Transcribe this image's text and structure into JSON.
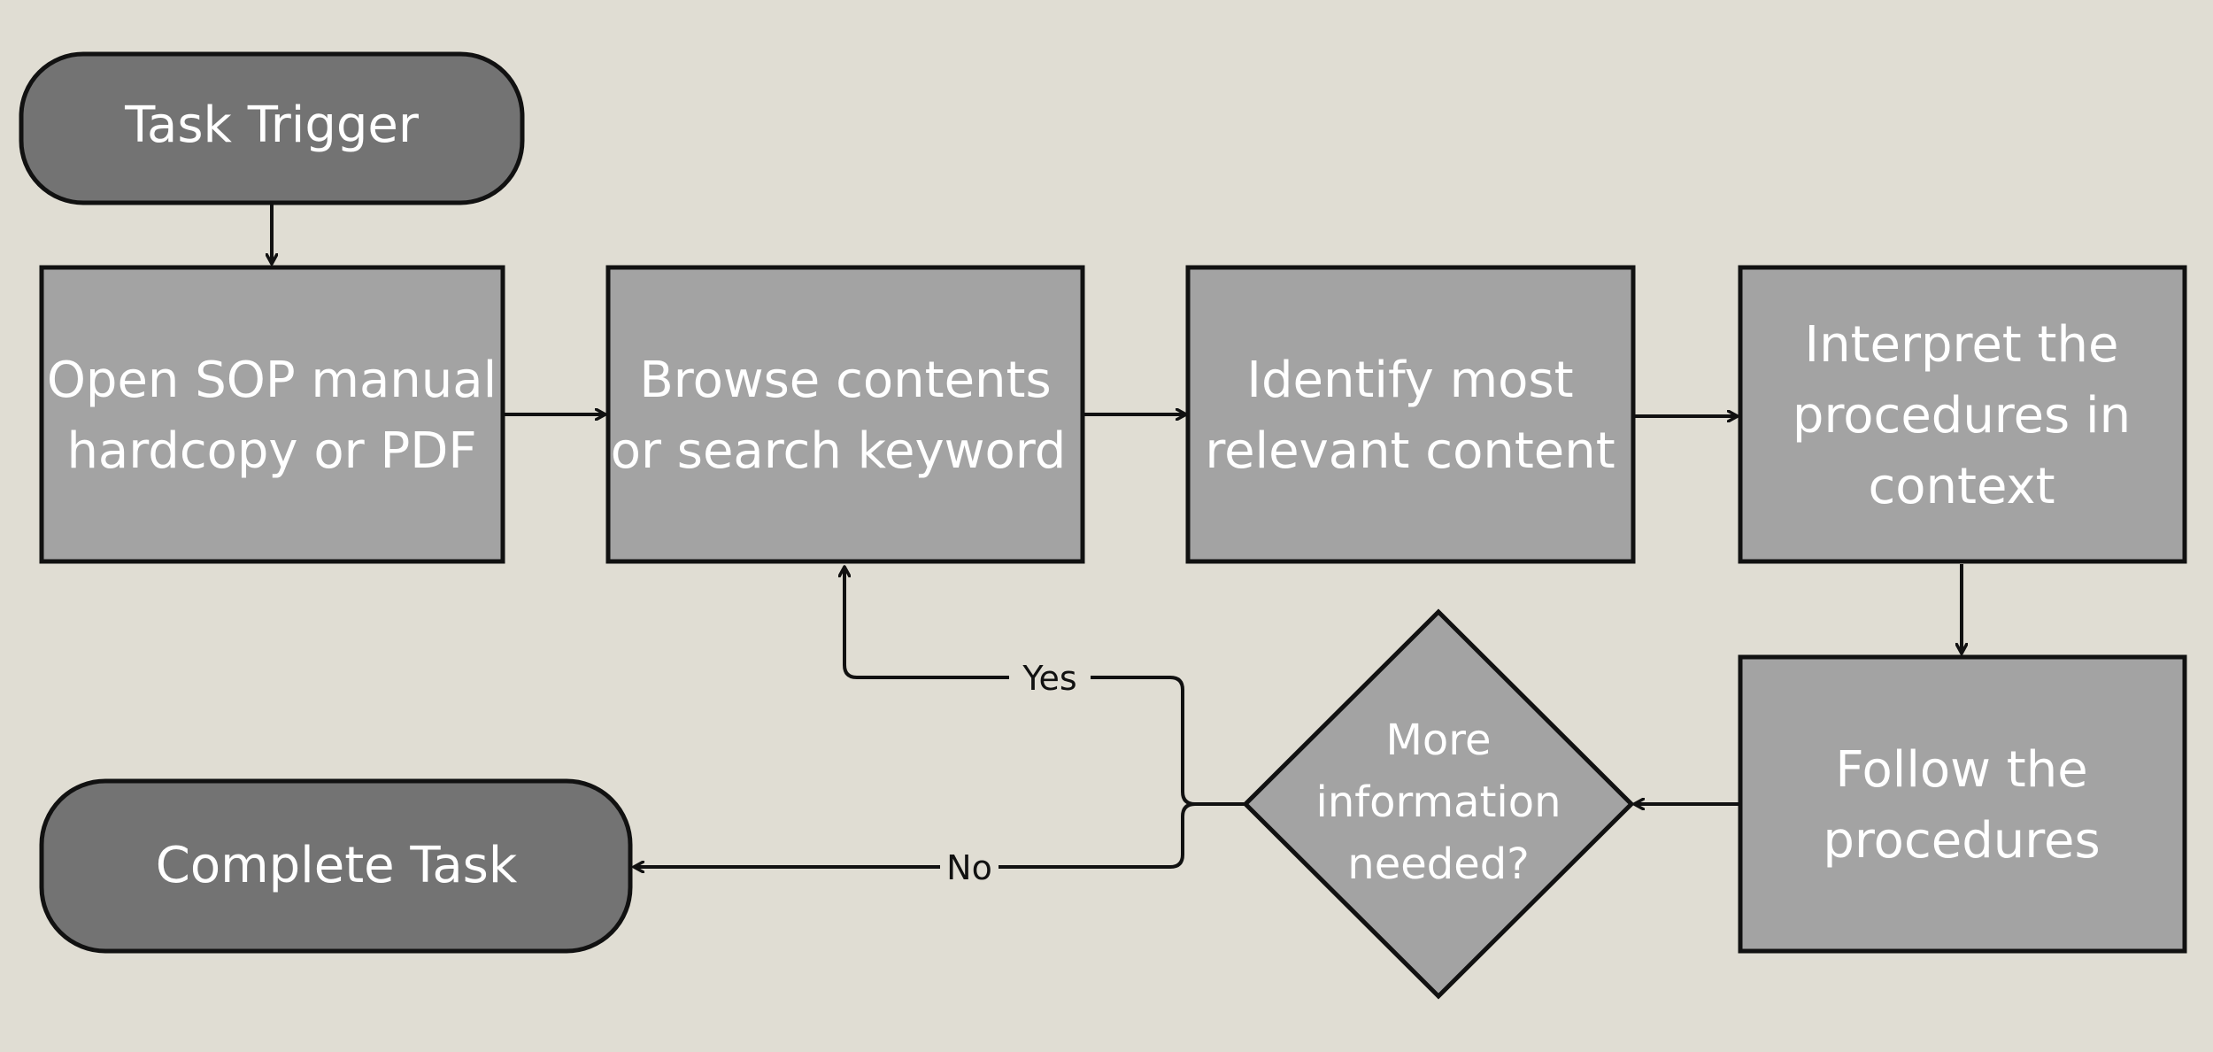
{
  "colors": {
    "background": "#e0ddd3",
    "terminal_fill": "#737373",
    "process_fill": "#a3a3a3",
    "stroke": "#111111",
    "text": "#ffffff"
  },
  "nodes": {
    "task_trigger": {
      "label": "Task Trigger"
    },
    "open_manual": {
      "line1": "Open SOP manual",
      "line2": "hardcopy or PDF"
    },
    "browse": {
      "line1": "Browse contents",
      "line2": "or search keyword"
    },
    "identify": {
      "line1": "Identify most",
      "line2": "relevant content"
    },
    "interpret": {
      "line1": "Interpret the",
      "line2": "procedures in",
      "line3": "context"
    },
    "follow": {
      "line1": "Follow the",
      "line2": "procedures"
    },
    "decision": {
      "line1": "More",
      "line2": "information",
      "line3": "needed?"
    },
    "complete": {
      "label": "Complete Task"
    }
  },
  "edges": {
    "yes_label": "Yes",
    "no_label": "No"
  }
}
